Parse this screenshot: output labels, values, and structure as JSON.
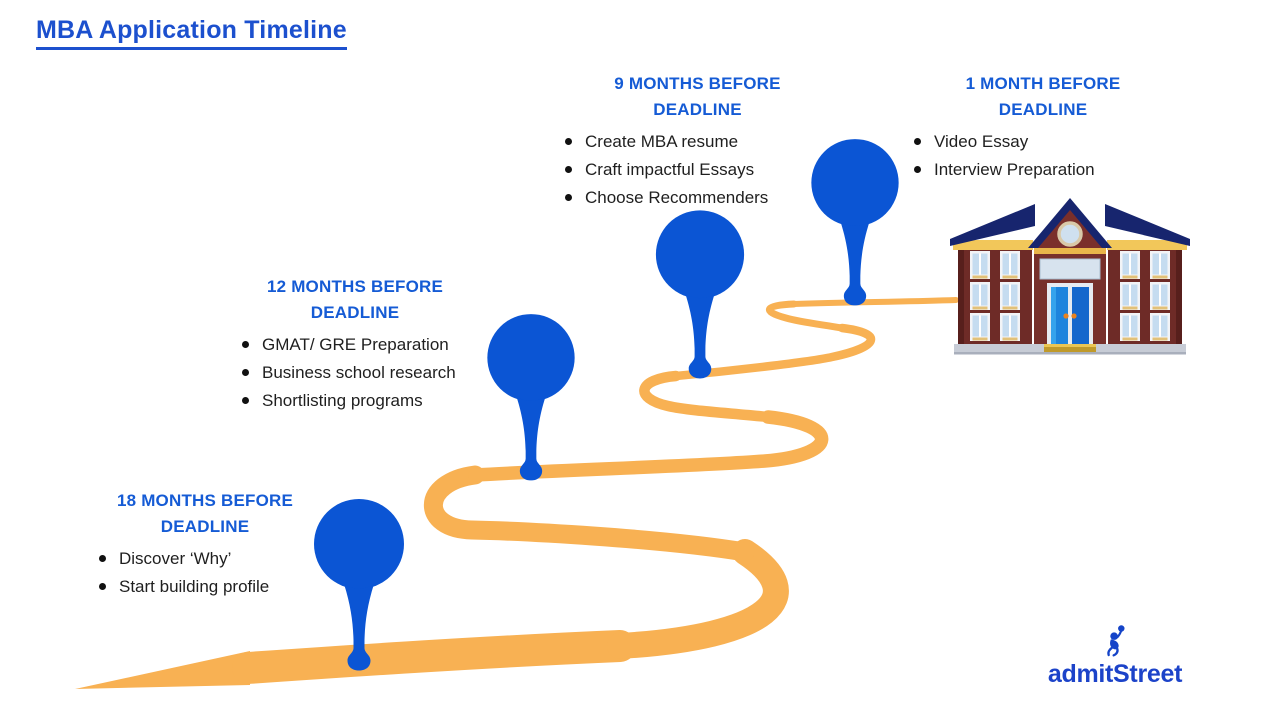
{
  "page": {
    "title": "MBA Application Timeline"
  },
  "colors": {
    "title_blue": "#1c50ce",
    "heading_blue": "#155bd5",
    "marker_blue": "#0b55d4",
    "path_orange": "#f8b153",
    "body_text": "#1f1f1f"
  },
  "milestones": [
    {
      "id": "18-months",
      "heading_line1": "18 MONTHS BEFORE",
      "heading_line2": "DEADLINE",
      "items": [
        "Discover ‘Why’",
        "Start building profile"
      ]
    },
    {
      "id": "12-months",
      "heading_line1": "12 MONTHS BEFORE",
      "heading_line2": "DEADLINE",
      "items": [
        "GMAT/ GRE Preparation",
        "Business school research",
        "Shortlisting programs"
      ]
    },
    {
      "id": "9-months",
      "heading_line1": "9 MONTHS BEFORE",
      "heading_line2": "DEADLINE",
      "items": [
        "Create MBA resume",
        "Craft impactful Essays",
        "Choose Recommenders"
      ]
    },
    {
      "id": "1-month",
      "heading_line1": "1 MONTH BEFORE",
      "heading_line2": "DEADLINE",
      "items": [
        "Video Essay",
        "Interview Preparation"
      ]
    }
  ],
  "illustrations": {
    "road": "winding-orange-path",
    "markers": "blue-balloon-location-pins",
    "destination": "school-building"
  },
  "brand": {
    "name": "admitStreet",
    "icon": "jumping-person-icon"
  }
}
